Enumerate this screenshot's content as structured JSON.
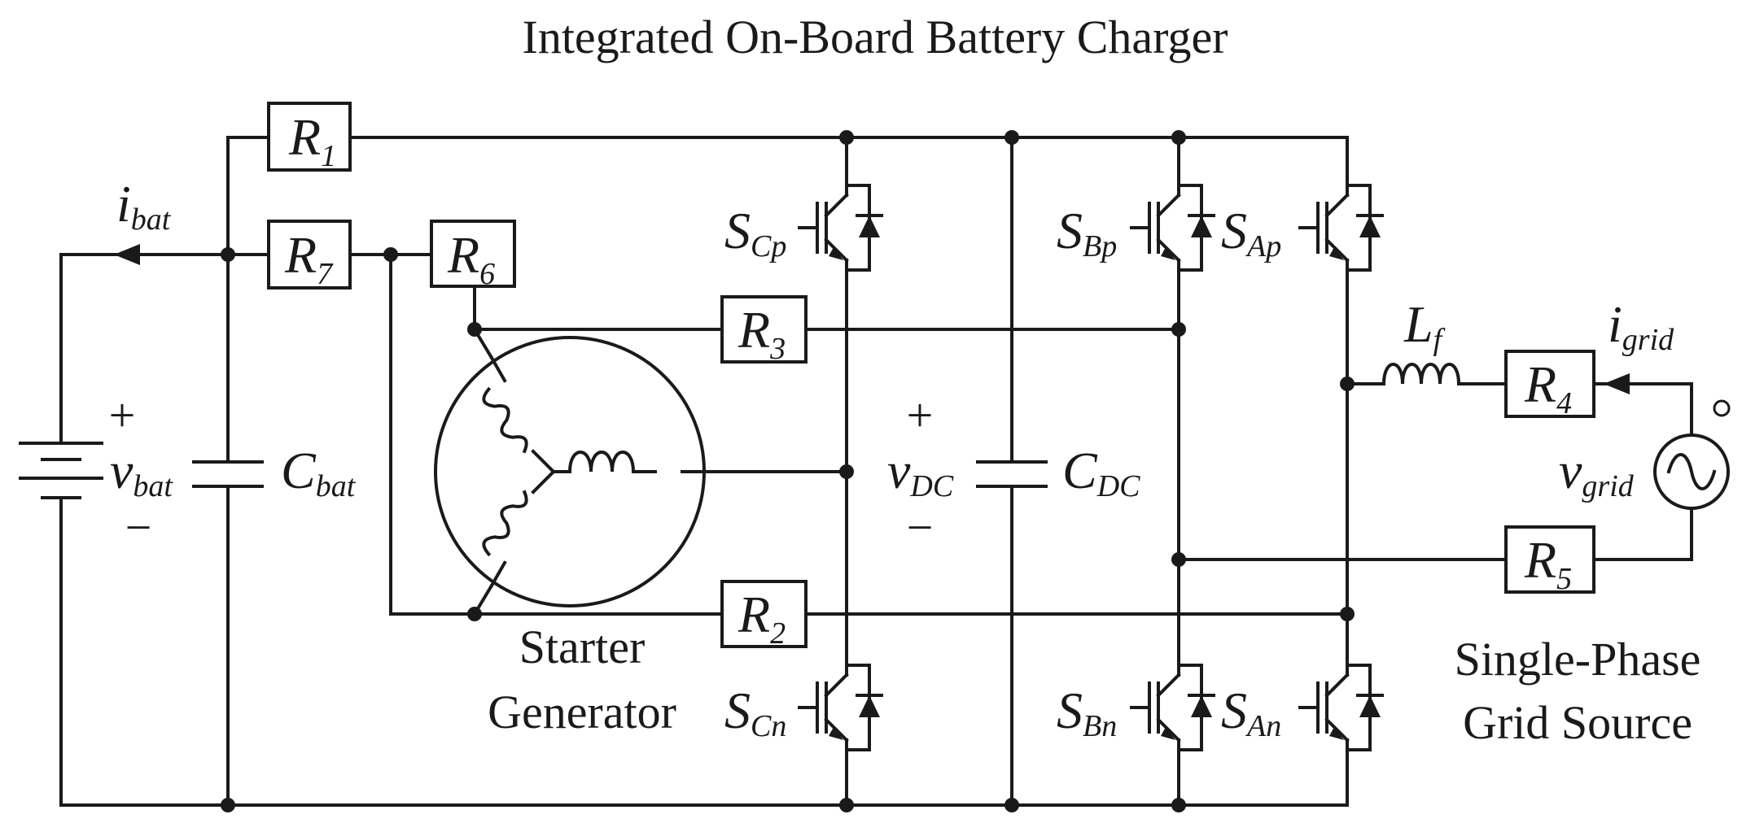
{
  "title": "Integrated On-Board Battery Charger",
  "labels": {
    "i_bat": {
      "main": "i",
      "sub": "bat"
    },
    "v_bat": {
      "main": "v",
      "sub": "bat"
    },
    "c_bat": {
      "main": "C",
      "sub": "bat"
    },
    "v_dc": {
      "main": "v",
      "sub": "DC"
    },
    "c_dc": {
      "main": "C",
      "sub": "DC"
    },
    "l_f": {
      "main": "L",
      "sub": "f"
    },
    "i_grid": {
      "main": "i",
      "sub": "grid"
    },
    "v_grid": {
      "main": "v",
      "sub": "grid"
    },
    "s_cp": {
      "main": "S",
      "sub": "Cp"
    },
    "s_cn": {
      "main": "S",
      "sub": "Cn"
    },
    "s_bp": {
      "main": "S",
      "sub": "Bp"
    },
    "s_bn": {
      "main": "S",
      "sub": "Bn"
    },
    "s_ap": {
      "main": "S",
      "sub": "Ap"
    },
    "s_an": {
      "main": "S",
      "sub": "An"
    }
  },
  "resistors": {
    "r1": {
      "main": "R",
      "sub": "1"
    },
    "r2": {
      "main": "R",
      "sub": "2"
    },
    "r3": {
      "main": "R",
      "sub": "3"
    },
    "r4": {
      "main": "R",
      "sub": "4"
    },
    "r5": {
      "main": "R",
      "sub": "5"
    },
    "r6": {
      "main": "R",
      "sub": "6"
    },
    "r7": {
      "main": "R",
      "sub": "7"
    }
  },
  "polarity": {
    "plus": "+",
    "minus": "−"
  },
  "captions": {
    "starter_line1": "Starter",
    "starter_line2": "Generator",
    "grid_line1": "Single-Phase",
    "grid_line2": "Grid Source"
  },
  "colors": {
    "stroke": "#1a1a1a",
    "background": "#ffffff"
  }
}
